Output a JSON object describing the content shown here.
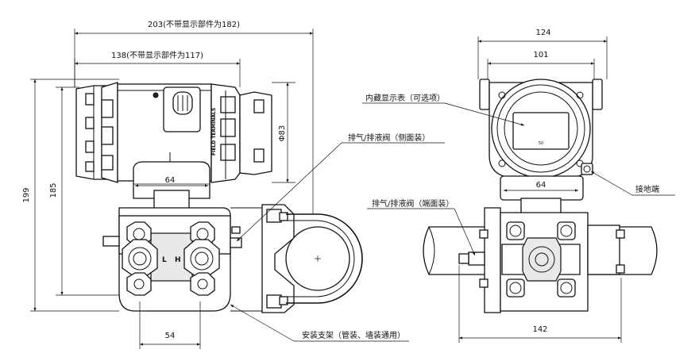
{
  "side_view": {
    "dim_overall_width": "203(不带显示部件为182)",
    "dim_body_width": "138(不带显示部件为117)",
    "dim_overall_height": "199",
    "dim_body_height": "185",
    "dim_cover_diameter": "Φ83",
    "dim_flange_width": "64",
    "dim_bottom_width": "54",
    "housing_text": "FIELD TERMINALS",
    "port_left": "L",
    "port_right": "H"
  },
  "front_view": {
    "dim_overall_width": "124",
    "dim_head_width": "101",
    "dim_flange_width": "64",
    "dim_bottom_width": "142"
  },
  "callouts": {
    "display": "内藏显示表（可选项）",
    "vent_side": "排气/排液阀（侧面装）",
    "vent_end": "排气/排液阀（端面装）",
    "ground": "接地端",
    "bracket": "安装支架（管装、墙装通用）"
  }
}
